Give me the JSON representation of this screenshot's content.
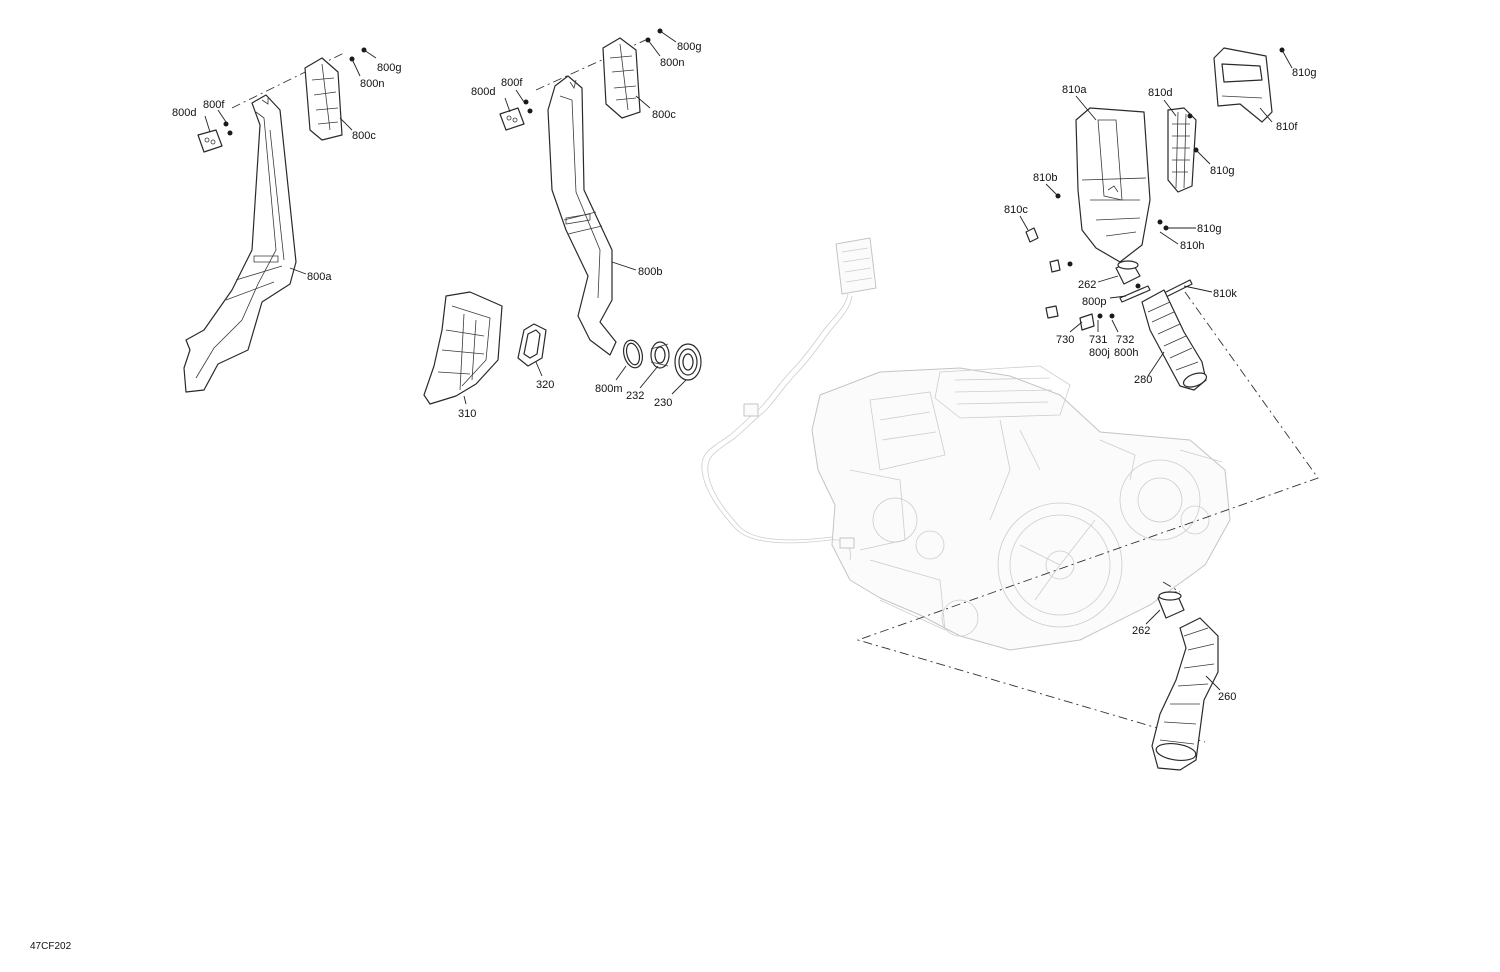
{
  "drawing_code": "47CF202",
  "callouts": {
    "c800g_a": "800g",
    "c800n_a": "800n",
    "c800c_a": "800c",
    "c800d_a": "800d",
    "c800f_a": "800f",
    "c800a": "800a",
    "c800g_b": "800g",
    "c800n_b": "800n",
    "c800c_b": "800c",
    "c800d_b": "800d",
    "c800f_b": "800f",
    "c800b": "800b",
    "c310": "310",
    "c320": "320",
    "c800m": "800m",
    "c232": "232",
    "c230": "230",
    "c810a": "810a",
    "c810d": "810d",
    "c810f": "810f",
    "c810g_1": "810g",
    "c810g_2": "810g",
    "c810g_3": "810g",
    "c810b": "810b",
    "c810c": "810c",
    "c810h": "810h",
    "c810k": "810k",
    "c262_top": "262",
    "c800p": "800p",
    "c730": "730",
    "c731": "731",
    "c800j": "800j",
    "c732": "732",
    "c800h": "800h",
    "c280": "280",
    "c262_bot": "262",
    "c260": "260"
  }
}
